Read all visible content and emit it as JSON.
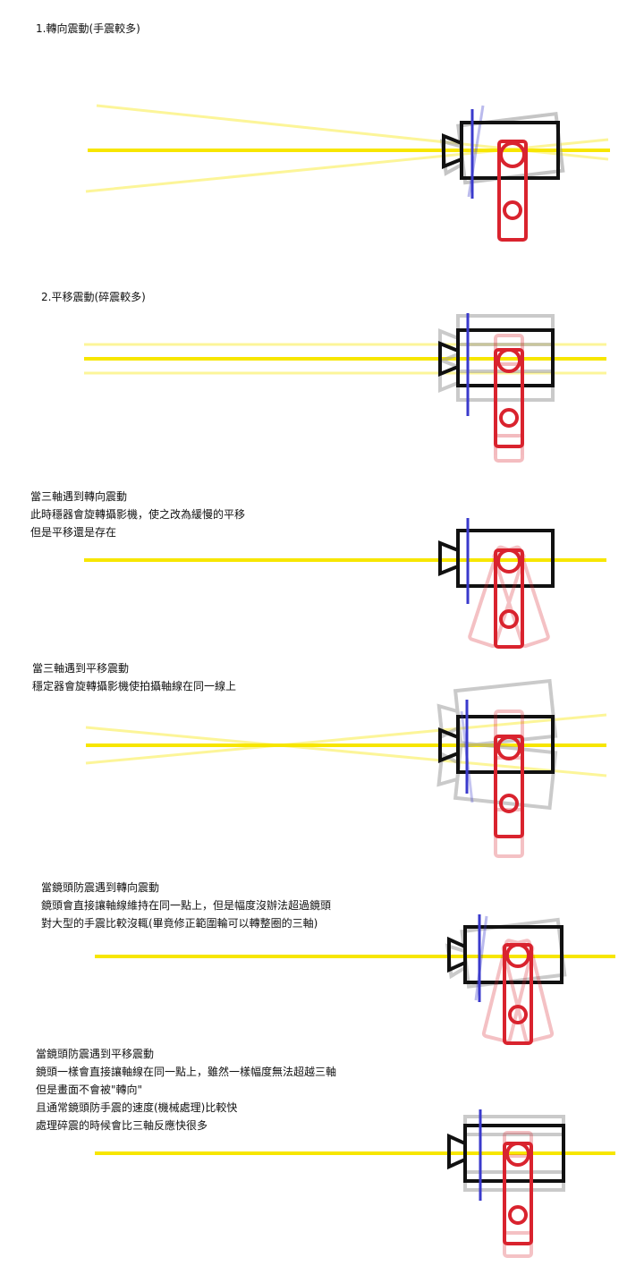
{
  "colors": {
    "camera": "#111111",
    "camera_ghost": "#a8a8a8",
    "lens_plane": "#3a3acc",
    "mount": "#d9232e",
    "axis": "#f7e600"
  },
  "sections": [
    {
      "id": "s1",
      "lines": [
        "1.轉向震動(手震較多)"
      ]
    },
    {
      "id": "s2",
      "lines": [
        "2.平移震動(碎震較多)"
      ]
    },
    {
      "id": "s3",
      "lines": [
        "當三軸遇到轉向震動",
        "此時穩器會旋轉攝影機，使之改為緩慢的平移",
        "但是平移還是存在"
      ]
    },
    {
      "id": "s4",
      "lines": [
        "當三軸遇到平移震動",
        "穩定器會旋轉攝影機使拍攝軸線在同一線上"
      ]
    },
    {
      "id": "s5",
      "lines": [
        "當鏡頭防震遇到轉向震動",
        "鏡頭會直接讓軸線維持在同一點上，但是幅度沒辦法超過鏡頭",
        "對大型的手震比較沒輒(畢竟修正範圍輪可以轉整圈的三軸)"
      ]
    },
    {
      "id": "s6",
      "lines": [
        "當鏡頭防震遇到平移震動",
        "鏡頭一樣會直接讓軸線在同一點上，雖然一樣幅度無法超越三軸",
        "但是畫面不會被\"轉向\"",
        "且通常鏡頭防手震的速度(機械處理)比較快",
        "處理碎震的時候會比三軸反應快很多"
      ]
    }
  ]
}
